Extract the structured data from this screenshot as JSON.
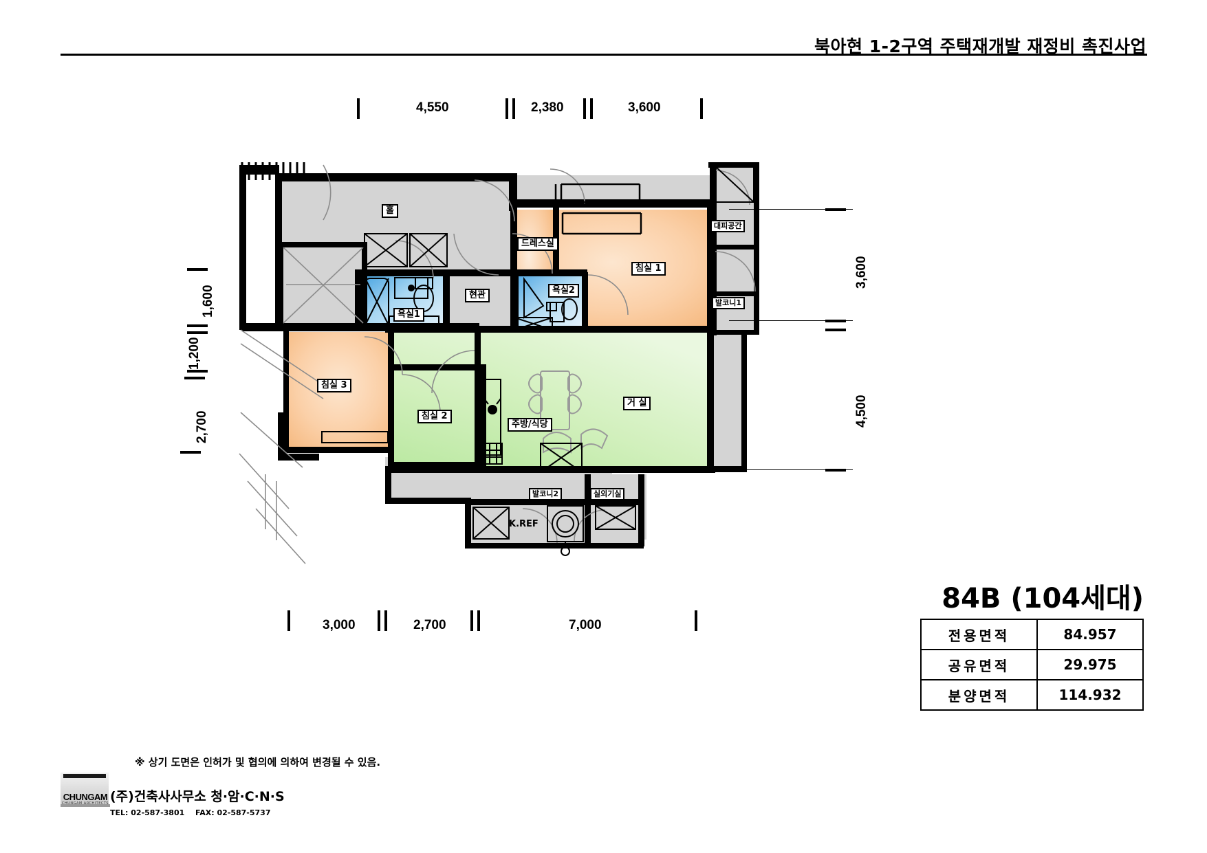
{
  "header": {
    "project_title": "북아현 1-2구역 주택재개발 재정비 촉진사업"
  },
  "plan": {
    "unit_type": "84B (104세대)",
    "rooms": [
      {
        "key": "hall",
        "label": "홀"
      },
      {
        "key": "dress",
        "label": "드레스실"
      },
      {
        "key": "bedroom1",
        "label": "침실 1"
      },
      {
        "key": "bedroom2",
        "label": "침실 2"
      },
      {
        "key": "bedroom3",
        "label": "침실 3"
      },
      {
        "key": "bath1",
        "label": "욕실1"
      },
      {
        "key": "bath2",
        "label": "욕실2"
      },
      {
        "key": "entrance",
        "label": "현관"
      },
      {
        "key": "living",
        "label": "거 실"
      },
      {
        "key": "kitchen",
        "label": "주방/식당"
      },
      {
        "key": "balcony1",
        "label": "발코니1"
      },
      {
        "key": "balcony2",
        "label": "발코니2"
      },
      {
        "key": "refuge",
        "label": "대피공간"
      },
      {
        "key": "outdoorunit",
        "label": "실외기실"
      },
      {
        "key": "kref",
        "label": "K.REF"
      }
    ],
    "dimensions": {
      "top": [
        "4,550",
        "2,380",
        "3,600"
      ],
      "bottom": [
        "3,000",
        "2,700",
        "7,000"
      ],
      "left": [
        "1,600",
        "1,200",
        "2,700"
      ],
      "right": [
        "3,600",
        "4,500"
      ]
    }
  },
  "area_table": {
    "rows": [
      {
        "label": "전용면적",
        "value": "84.957"
      },
      {
        "label": "공유면적",
        "value": "29.975"
      },
      {
        "label": "분양면적",
        "value": "114.932"
      }
    ]
  },
  "footer": {
    "note": "※ 상기 도면은 인허가 및 협의에 의하여 변경될 수 있음.",
    "logo_word": "CHUNGAM",
    "logo_sub": "CHUNGAM ARCHITECTS",
    "company": "(주)건축사사무소  청·암·C·N·S",
    "tel": "TEL: 02-587-3801",
    "fax": "FAX: 02-587-5737"
  }
}
